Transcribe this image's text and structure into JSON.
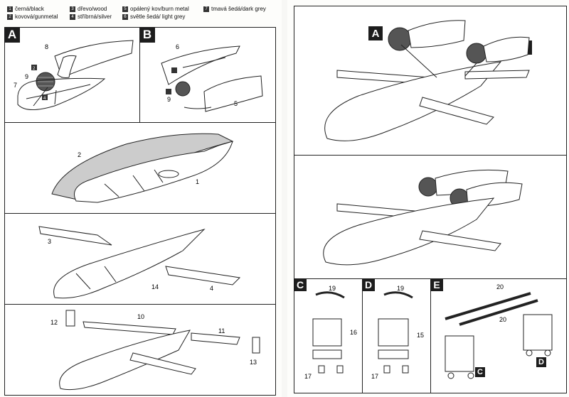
{
  "legend": [
    {
      "num": "1",
      "text": "černá/black"
    },
    {
      "num": "2",
      "text": "kovová/gunmetal"
    },
    {
      "num": "3",
      "text": "dřevo/wood"
    },
    {
      "num": "4",
      "text": "stříbrná/silver"
    },
    {
      "num": "5",
      "text": "opálený kov/burn metal"
    },
    {
      "num": "6",
      "text": "světle šedá/ light grey"
    },
    {
      "num": "7",
      "text": "tmavá šedá/dark grey"
    }
  ],
  "steps": {
    "a": "A",
    "b": "B",
    "c": "C",
    "d": "D",
    "e": "E"
  },
  "parts": {
    "p1": "1",
    "p2": "2",
    "p3": "3",
    "p4": "4",
    "p5": "5",
    "p6": "6",
    "p7": "7",
    "p8": "8",
    "p9": "9",
    "p10": "10",
    "p11": "11",
    "p12": "12",
    "p13": "13",
    "p14": "14",
    "p15": "15",
    "p16": "16",
    "p17": "17",
    "p19": "19",
    "p20": "20"
  }
}
